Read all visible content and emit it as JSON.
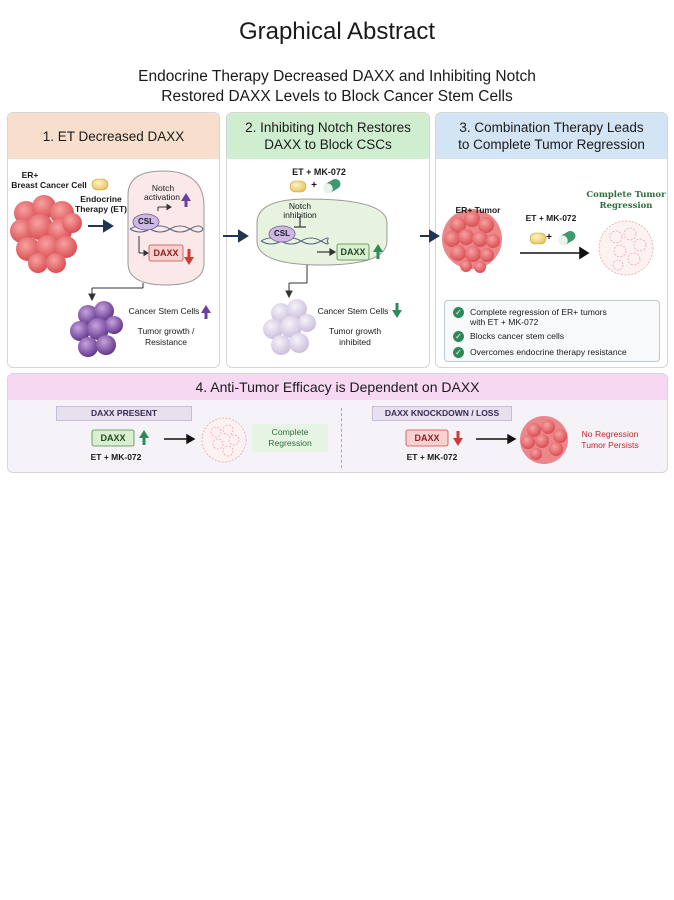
{
  "title": "Graphical Abstract",
  "subtitle_line1": "Endocrine Therapy Decreased DAXX and Inhibiting Notch",
  "subtitle_line2": "Restored DAXX Levels to Block Cancer Stem Cells",
  "panel1": {
    "heading": "1.   ET Decreased DAXX",
    "cell_label_1": "ER+",
    "cell_label_2": "Breast Cancer Cell",
    "therapy_label_1": "Endocrine",
    "therapy_label_2": "Therapy (ET)",
    "notch_label_1": "Notch",
    "notch_label_2": "activation",
    "csl": "CSL",
    "daxx": "DAXX",
    "csc_label": "Cancer Stem Cells",
    "outcome_1": "Tumor growth /",
    "outcome_2": "Resistance"
  },
  "panel2": {
    "heading_1": "2. Inhibiting Notch Restores",
    "heading_2": "DAXX to Block CSCs",
    "treatment": "ET + MK-072",
    "plus": "+",
    "notch_label_1": "Notch",
    "notch_label_2": "inhibition",
    "csl": "CSL",
    "daxx": "DAXX",
    "csc_label": "Cancer Stem Cells",
    "outcome_1": "Tumor growth",
    "outcome_2": "inhibited"
  },
  "panel3": {
    "heading_1": "3. Combination Therapy Leads",
    "heading_2": "to Complete Tumor Regression",
    "tumor_label": "ER+ Tumor",
    "treatment": "ET + MK-072",
    "plus": "+",
    "result_1": "Complete Tumor",
    "result_2": "Regression",
    "checks": [
      {
        "line1": "Complete regression of ER+ tumors",
        "line2": "with ET + MK-072"
      },
      {
        "line1": "Blocks cancer stem cells",
        "line2": ""
      },
      {
        "line1": "Overcomes endocrine therapy resistance",
        "line2": ""
      }
    ]
  },
  "panel4": {
    "heading": "4. Anti-Tumor Efficacy is Dependent on DAXX",
    "left_tag": "DAXX PRESENT",
    "left_daxx": "DAXX",
    "left_treatment": "ET + MK-072",
    "left_result_1": "Complete",
    "left_result_2": "Regression",
    "right_tag": "DAXX KNOCKDOWN / LOSS",
    "right_daxx": "DAXX",
    "right_treatment": "ET + MK-072",
    "right_result_1": "No Regression",
    "right_result_2": "Tumor Persists"
  },
  "colors": {
    "arrow_up_purple": "#6b3fa0",
    "arrow_down_red": "#d23a3a",
    "arrow_up_green": "#2f8a5a",
    "arrow_down_green": "#2f8a5a",
    "cell_pink": "#e86a6e",
    "stem_purple": "#7a4a9e"
  }
}
